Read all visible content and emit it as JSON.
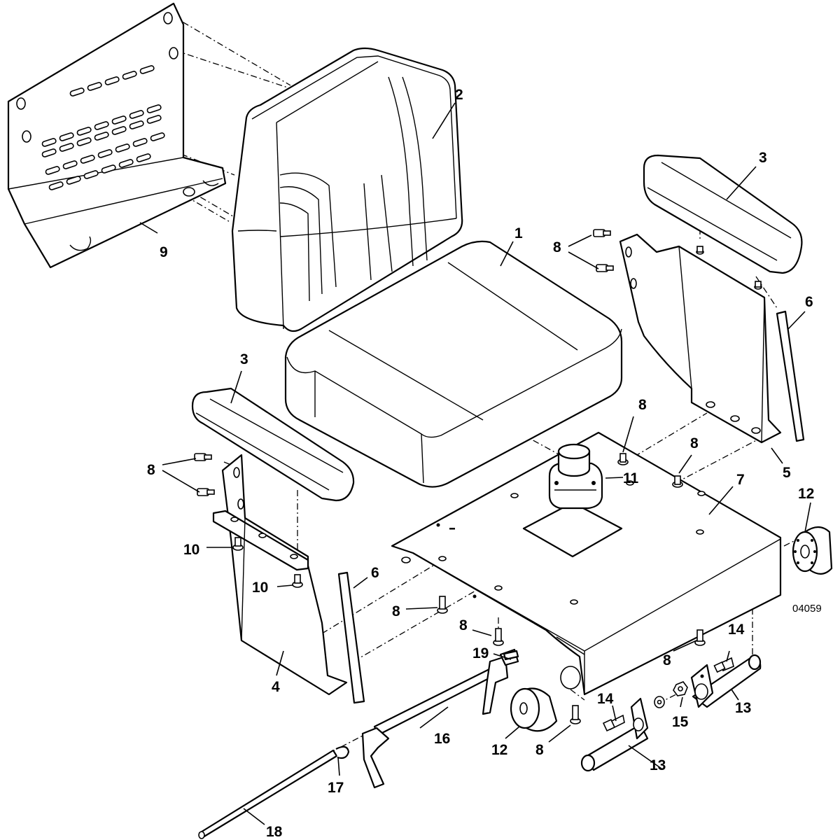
{
  "figure_ref": "04059",
  "callouts": {
    "c1": "1",
    "c2": "2",
    "c3a": "3",
    "c3b": "3",
    "c4": "4",
    "c5": "5",
    "c6a": "6",
    "c6b": "6",
    "c7": "7",
    "c8a": "8",
    "c8b": "8",
    "c8c": "8",
    "c8d": "8",
    "c8e": "8",
    "c8f": "8",
    "c8g": "8",
    "c8h": "8",
    "c9": "9",
    "c10a": "10",
    "c10b": "10",
    "c11": "11",
    "c12a": "12",
    "c12b": "12",
    "c13a": "13",
    "c13b": "13",
    "c14a": "14",
    "c14b": "14",
    "c15": "15",
    "c16": "16",
    "c17": "17",
    "c18": "18",
    "c19": "19"
  }
}
